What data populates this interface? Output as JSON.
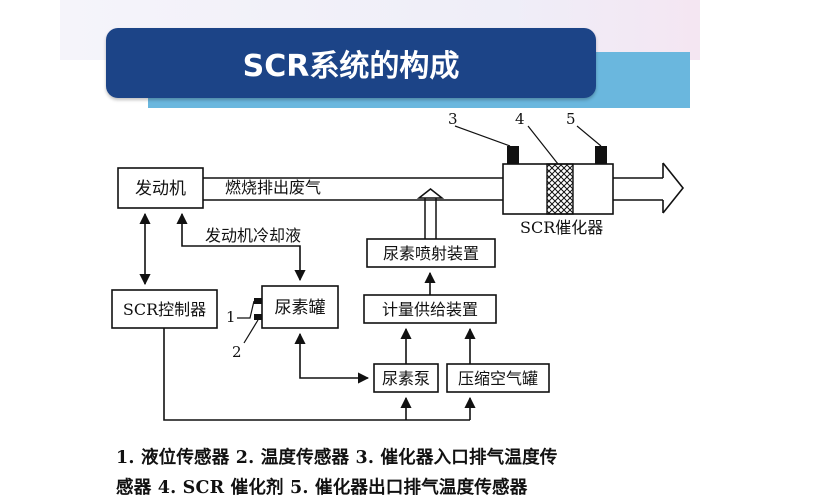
{
  "title": "SCR系统的构成",
  "diagram": {
    "engine": "发动机",
    "exhaust_label": "燃烧排出废气",
    "coolant_label": "发动机冷却液",
    "scr_controller": "SCR控制器",
    "urea_tank": "尿素罐",
    "urea_pump": "尿素泵",
    "air_tank": "压缩空气罐",
    "metering_unit": "计量供给装置",
    "injector": "尿素喷射装置",
    "catalyst_label": "SCR催化器",
    "callout_1": "1",
    "callout_2": "2",
    "callout_3": "3",
    "callout_4": "4",
    "callout_5": "5"
  },
  "caption": {
    "line1": "1. 液位传感器 2. 温度传感器 3. 催化器入口排气温度传",
    "line2": "感器 4. SCR 催化剂 5. 催化器出口排气温度传感器"
  }
}
